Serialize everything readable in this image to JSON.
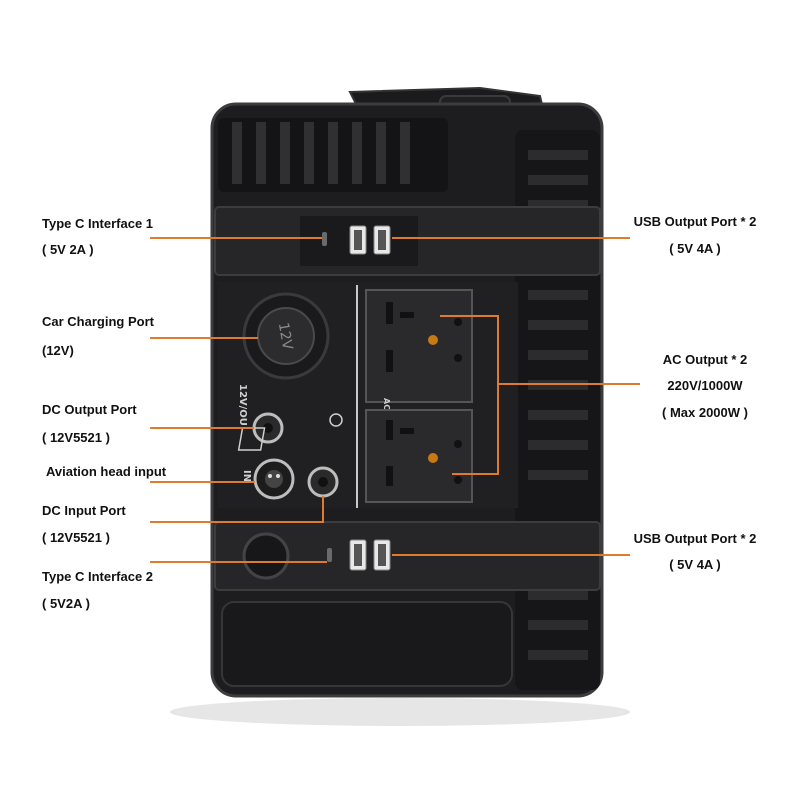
{
  "colors": {
    "leader_line": "#e07b2e",
    "device_body": "#1d1d1f",
    "device_panel": "#2a2a2c",
    "device_edge": "#3c3c3f",
    "background": "#ffffff",
    "label_text": "#111111"
  },
  "device": {
    "car_port_text": "12V",
    "car_port_side_text": "12V/OU",
    "in_text": "IN",
    "ac_text": "AC"
  },
  "labels": {
    "type_c_1": {
      "title": "Type C Interface 1",
      "spec": "( 5V 2A )"
    },
    "car_charging": {
      "title": "Car Charging Port",
      "spec": "(12V)"
    },
    "dc_output": {
      "title": "DC Output Port",
      "spec": "( 12V5521 )"
    },
    "aviation": {
      "title": "Aviation head input"
    },
    "dc_input": {
      "title": "DC Input Port",
      "spec": "( 12V5521 )"
    },
    "type_c_2": {
      "title": "Type C Interface 2",
      "spec": "( 5V2A )"
    },
    "usb_top": {
      "title": "USB Output Port * 2",
      "spec": "( 5V 4A )"
    },
    "ac_output": {
      "title": "AC Output * 2",
      "spec1": "220V/1000W",
      "spec2": "( Max 2000W )"
    },
    "usb_bottom": {
      "title": "USB Output Port * 2",
      "spec": "( 5V 4A )"
    }
  }
}
